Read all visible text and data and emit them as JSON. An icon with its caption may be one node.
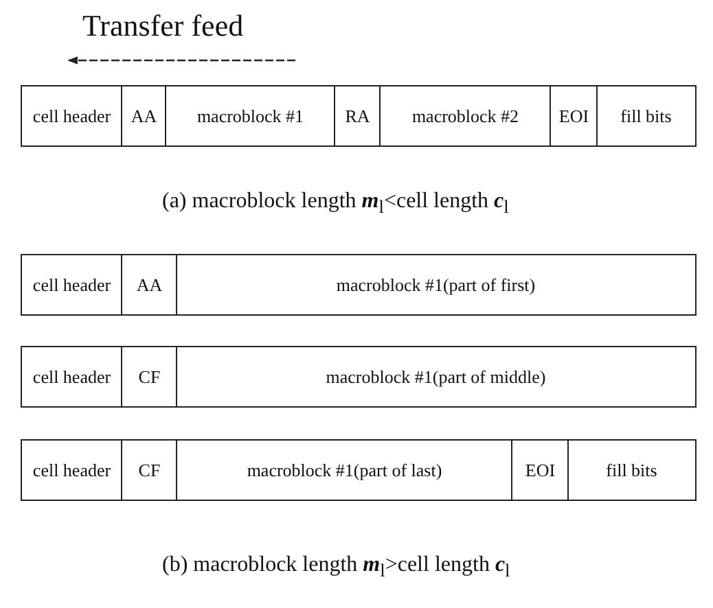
{
  "diagram": {
    "nodes": [
      {
        "text": [
          "cell header"
        ]
      },
      {
        "text": [
          "AA"
        ]
      },
      {
        "text": [
          "macroblock #1"
        ]
      },
      {
        "text": [
          "RA"
        ]
      },
      {
        "text": [
          "macroblock #2"
        ]
      },
      {
        "text": [
          "EOI"
        ]
      },
      {
        "text": [
          "fill bits"
        ]
      },
      {
        "text": [
          "cell header"
        ]
      },
      {
        "text": [
          "AA"
        ]
      },
      {
        "text": [
          "macroblock #1(part of first)"
        ]
      },
      {
        "text": [
          "cell header"
        ]
      },
      {
        "text": [
          "CF"
        ]
      },
      {
        "text": [
          "macroblock #1(part of middle)"
        ]
      },
      {
        "text": [
          "cell header"
        ]
      },
      {
        "text": [
          "CF"
        ]
      },
      {
        "text": [
          "macroblock #1(part of last)"
        ]
      },
      {
        "text": [
          "EOI"
        ]
      },
      {
        "text": [
          "fill bits"
        ]
      }
    ],
    "labels": [
      "Transfer feed",
      "(a) macroblock length **m**$_{l}$<cell length **c**$_{l}$",
      "(b) macroblock length **m**$_{l}$>cell length **c**$_{l}$"
    ]
  }
}
